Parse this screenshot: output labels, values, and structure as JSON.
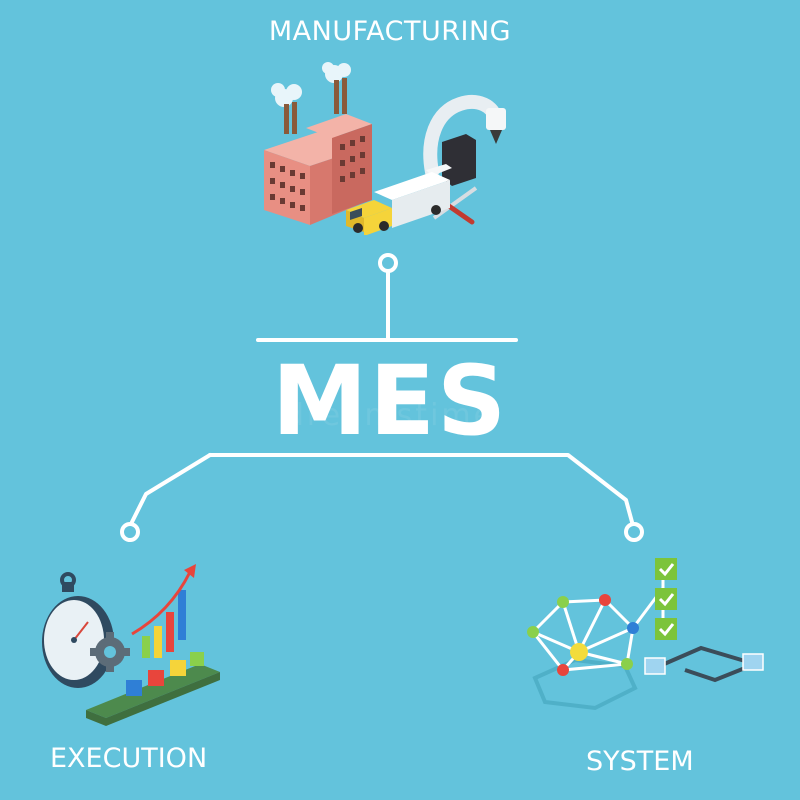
{
  "diagram": {
    "title_top": "MANUFACTURING",
    "title_center": "MES",
    "label_left": "EXECUTION",
    "label_right": "SYSTEM",
    "watermark": "dreamstime"
  },
  "colors": {
    "background": "#63c3dc",
    "line": "#ffffff",
    "brick": "#e88f83",
    "truck_yellow": "#f5d43a",
    "bar_red": "#e8453c",
    "bar_blue": "#2f7fd6",
    "node_green": "#8ad04b",
    "node_yellow": "#f3dc3c"
  },
  "icons": {
    "top": "factory-truck-robot-arm-icon",
    "left": "stopwatch-chart-conveyor-icon",
    "right": "network-checklist-icon"
  }
}
